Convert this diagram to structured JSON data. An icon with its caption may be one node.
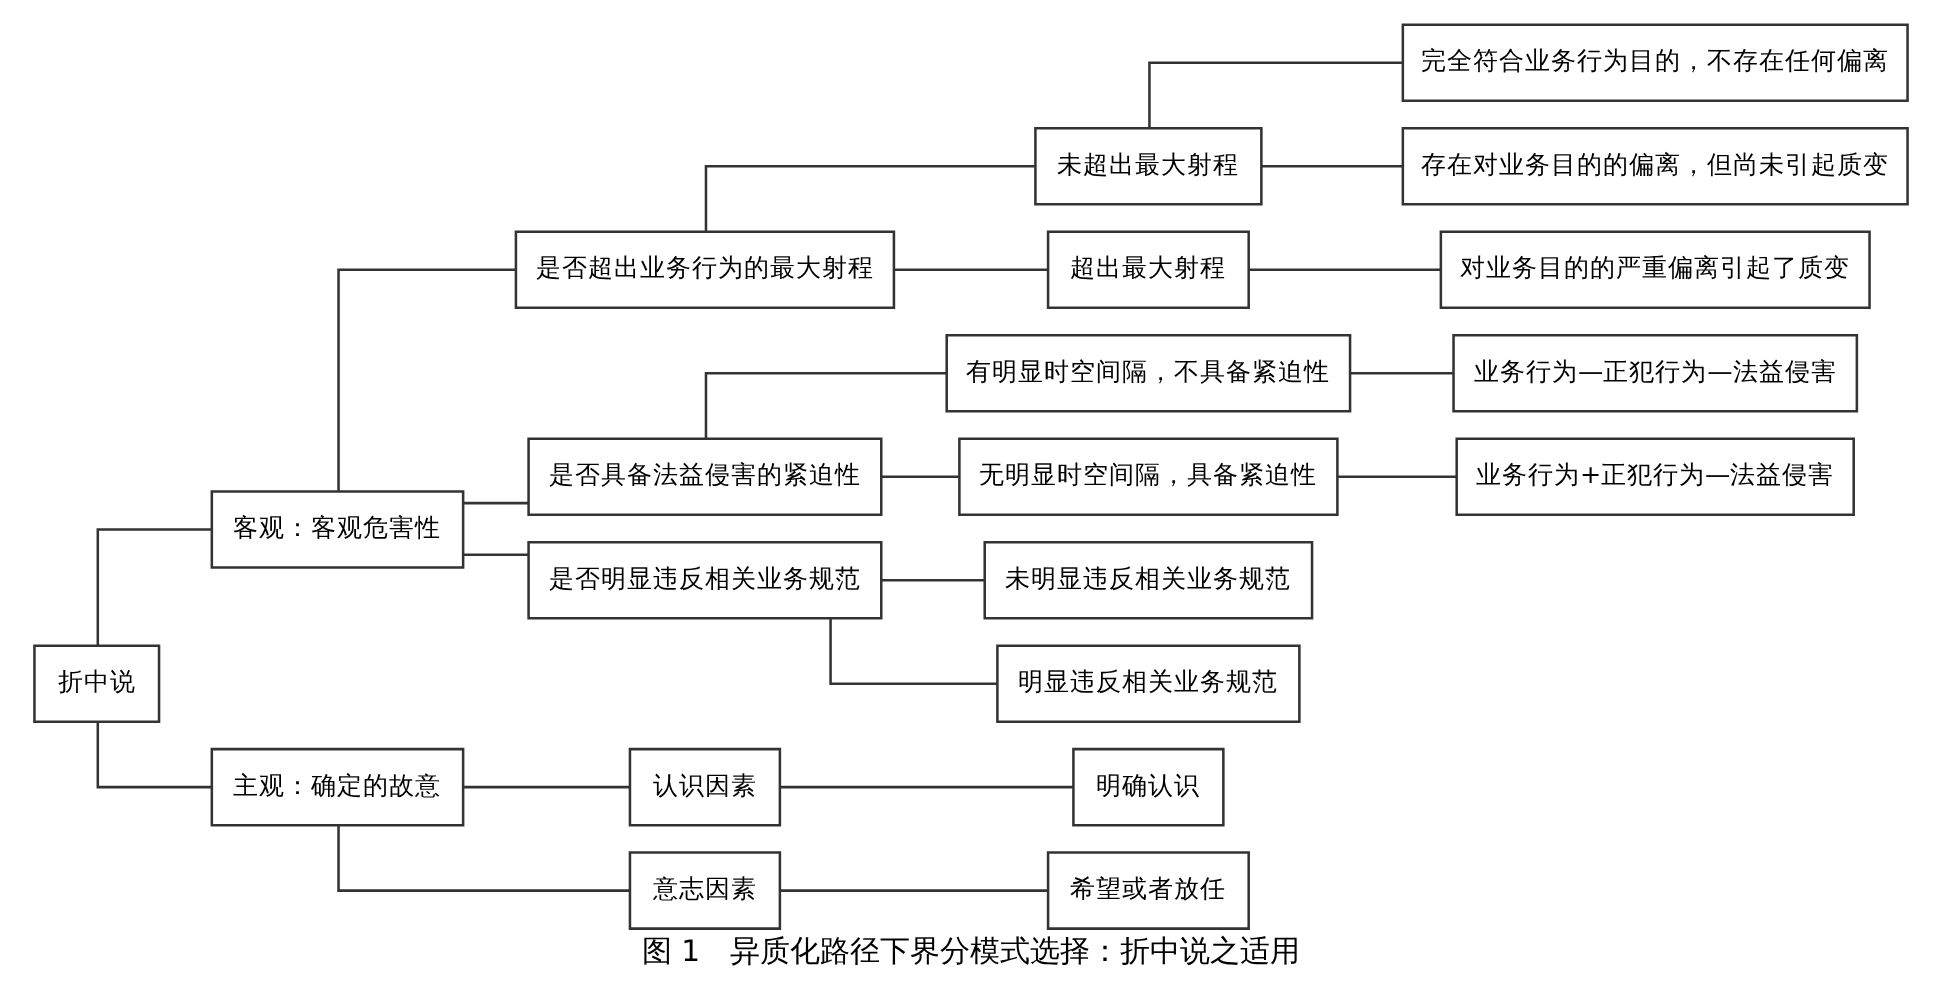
{
  "diagram": {
    "caption": "图 1　异质化路径下界分模式选择：折中说之适用",
    "nodes": [
      {
        "text": [
          "折中说"
        ]
      },
      {
        "text": [
          "客观：客观危害性"
        ]
      },
      {
        "text": [
          "是否超出业务行为的最大射程"
        ]
      },
      {
        "text": [
          "未超出最大射程"
        ]
      },
      {
        "text": [
          "完全符合业务行为目的，不存在任何偏离"
        ]
      },
      {
        "text": [
          "存在对业务目的的偏离，但尚未引起质变"
        ]
      },
      {
        "text": [
          "超出最大射程"
        ]
      },
      {
        "text": [
          "对业务目的的严重偏离引起了质变"
        ]
      },
      {
        "text": [
          "是否具备法益侵害的紧迫性"
        ]
      },
      {
        "text": [
          "有明显时空间隔，不具备紧迫性"
        ]
      },
      {
        "text": [
          "业务行为—正犯行为—法益侵害"
        ]
      },
      {
        "text": [
          "无明显时空间隔，具备紧迫性"
        ]
      },
      {
        "text": [
          "业务行为+正犯行为—法益侵害"
        ]
      },
      {
        "text": [
          "是否明显违反相关业务规范"
        ]
      },
      {
        "text": [
          "未明显违反相关业务规范"
        ]
      },
      {
        "text": [
          "明显违反相关业务规范"
        ]
      },
      {
        "text": [
          "主观：确定的故意"
        ]
      },
      {
        "text": [
          "认识因素"
        ]
      },
      {
        "text": [
          "明确认识"
        ]
      },
      {
        "text": [
          "意志因素"
        ]
      },
      {
        "text": [
          "希望或者放任"
        ]
      }
    ],
    "edges": [
      {
        "from": 0,
        "to": 1,
        "arrow": "none"
      },
      {
        "from": 1,
        "to": 2,
        "arrow": "none"
      },
      {
        "from": 2,
        "to": 3,
        "arrow": "none"
      },
      {
        "from": 3,
        "to": 4,
        "arrow": "none"
      },
      {
        "from": 3,
        "to": 5,
        "arrow": "none"
      },
      {
        "from": 2,
        "to": 6,
        "arrow": "none"
      },
      {
        "from": 6,
        "to": 7,
        "arrow": "none"
      },
      {
        "from": 1,
        "to": 8,
        "arrow": "none"
      },
      {
        "from": 8,
        "to": 9,
        "arrow": "none"
      },
      {
        "from": 9,
        "to": 10,
        "arrow": "none"
      },
      {
        "from": 8,
        "to": 11,
        "arrow": "none"
      },
      {
        "from": 11,
        "to": 12,
        "arrow": "none"
      },
      {
        "from": 1,
        "to": 13,
        "arrow": "none"
      },
      {
        "from": 13,
        "to": 14,
        "arrow": "none"
      },
      {
        "from": 13,
        "to": 15,
        "arrow": "none"
      },
      {
        "from": 0,
        "to": 16,
        "arrow": "none"
      },
      {
        "from": 16,
        "to": 17,
        "arrow": "none"
      },
      {
        "from": 17,
        "to": 18,
        "arrow": "none"
      },
      {
        "from": 16,
        "to": 19,
        "arrow": "none"
      },
      {
        "from": 19,
        "to": 20,
        "arrow": "none"
      }
    ]
  }
}
